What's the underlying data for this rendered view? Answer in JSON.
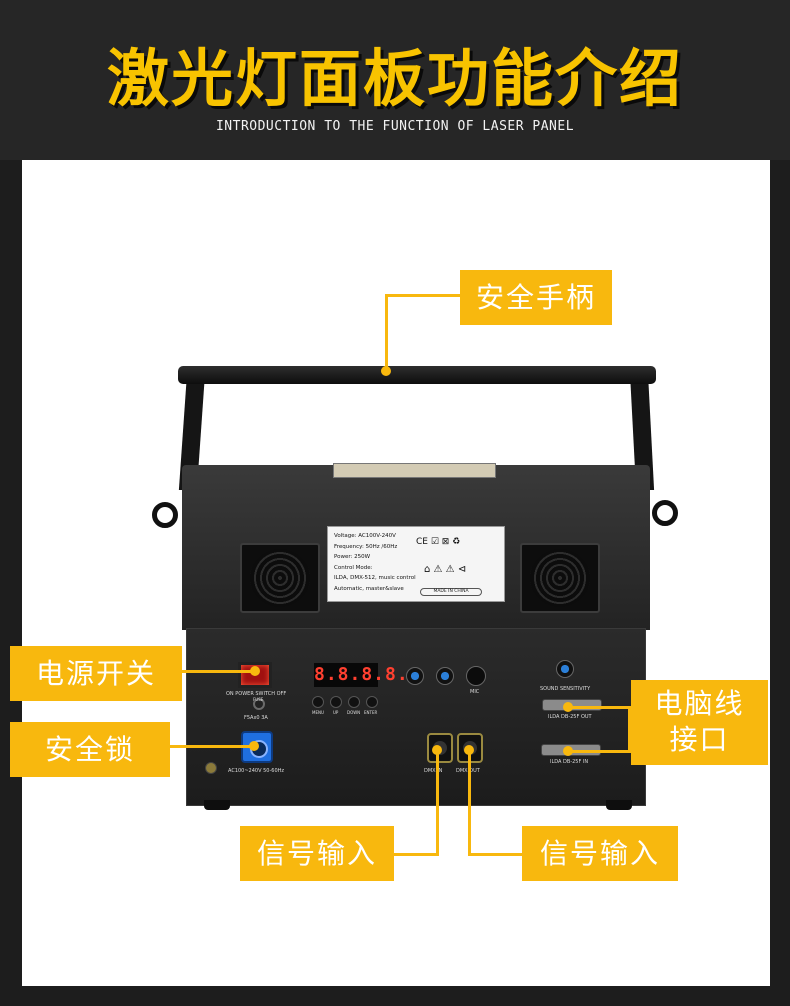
{
  "header": {
    "title": "激光灯面板功能介绍",
    "subtitle": "INTRODUCTION TO THE FUNCTION OF LASER PANEL"
  },
  "callouts": {
    "handle": "安全手柄",
    "power_switch": "电源开关",
    "safety_lock": "安全锁",
    "computer_line_1": "电脑线",
    "computer_line_2": "接口",
    "signal_in_left": "信号输入",
    "signal_in_right": "信号输入"
  },
  "spec_plate": {
    "voltage": "Voltage: AC100V-240V",
    "frequency": "Frequency: 50Hz /60Hz",
    "power": "Power: 250W",
    "control_mode": "Control Mode:",
    "modes": "ILDA, DMX-512, music control",
    "modes2": "Automatic, master&slave",
    "made_in": "MADE IN CHINA",
    "cert_marks": "CE ☑ ⊠ ♻"
  },
  "panel": {
    "switch_label": "ON POWER SWITCH OFF",
    "fuse_label_top": "FUSE",
    "fuse_label": "F5Ax0 3A",
    "power_in_label": "AC100~240V 50-60Hz",
    "display": "8.8.8.8.",
    "btn_menu": "MENU",
    "btn_up": "UP",
    "btn_down": "DOWN",
    "btn_enter": "ENTER",
    "mic_label": "MIC",
    "sound_label": "SOUND SENSITIVITY",
    "ilda_out": "ILDA DB-25F OUT",
    "ilda_in": "ILDA DB-25F IN",
    "dmx_in": "DMX IN",
    "dmx_out": "DMX OUT"
  },
  "colors": {
    "accent": "#f8b80e",
    "title": "#f8c300",
    "header_bg": "#262626"
  }
}
